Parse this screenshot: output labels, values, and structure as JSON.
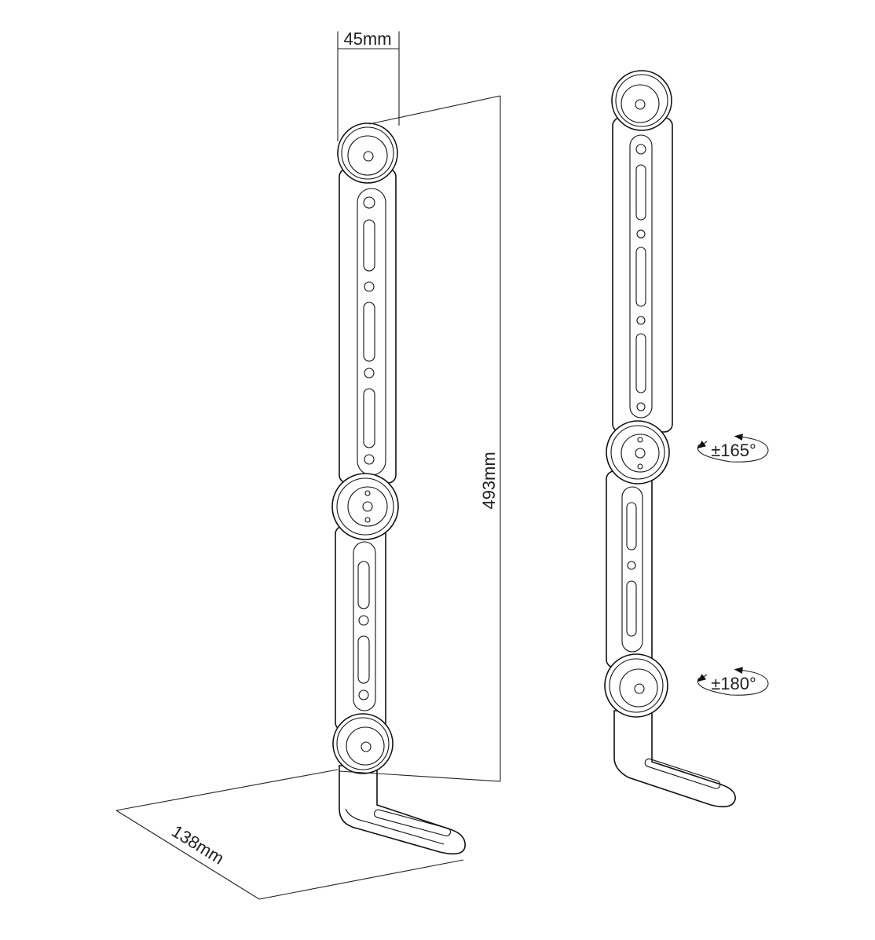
{
  "dimensions": {
    "width": "45mm",
    "height": "493mm",
    "depth": "138mm"
  },
  "rotations": {
    "upper": "±165°",
    "lower": "±180°"
  },
  "colors": {
    "line": "#111111",
    "background": "#ffffff"
  }
}
